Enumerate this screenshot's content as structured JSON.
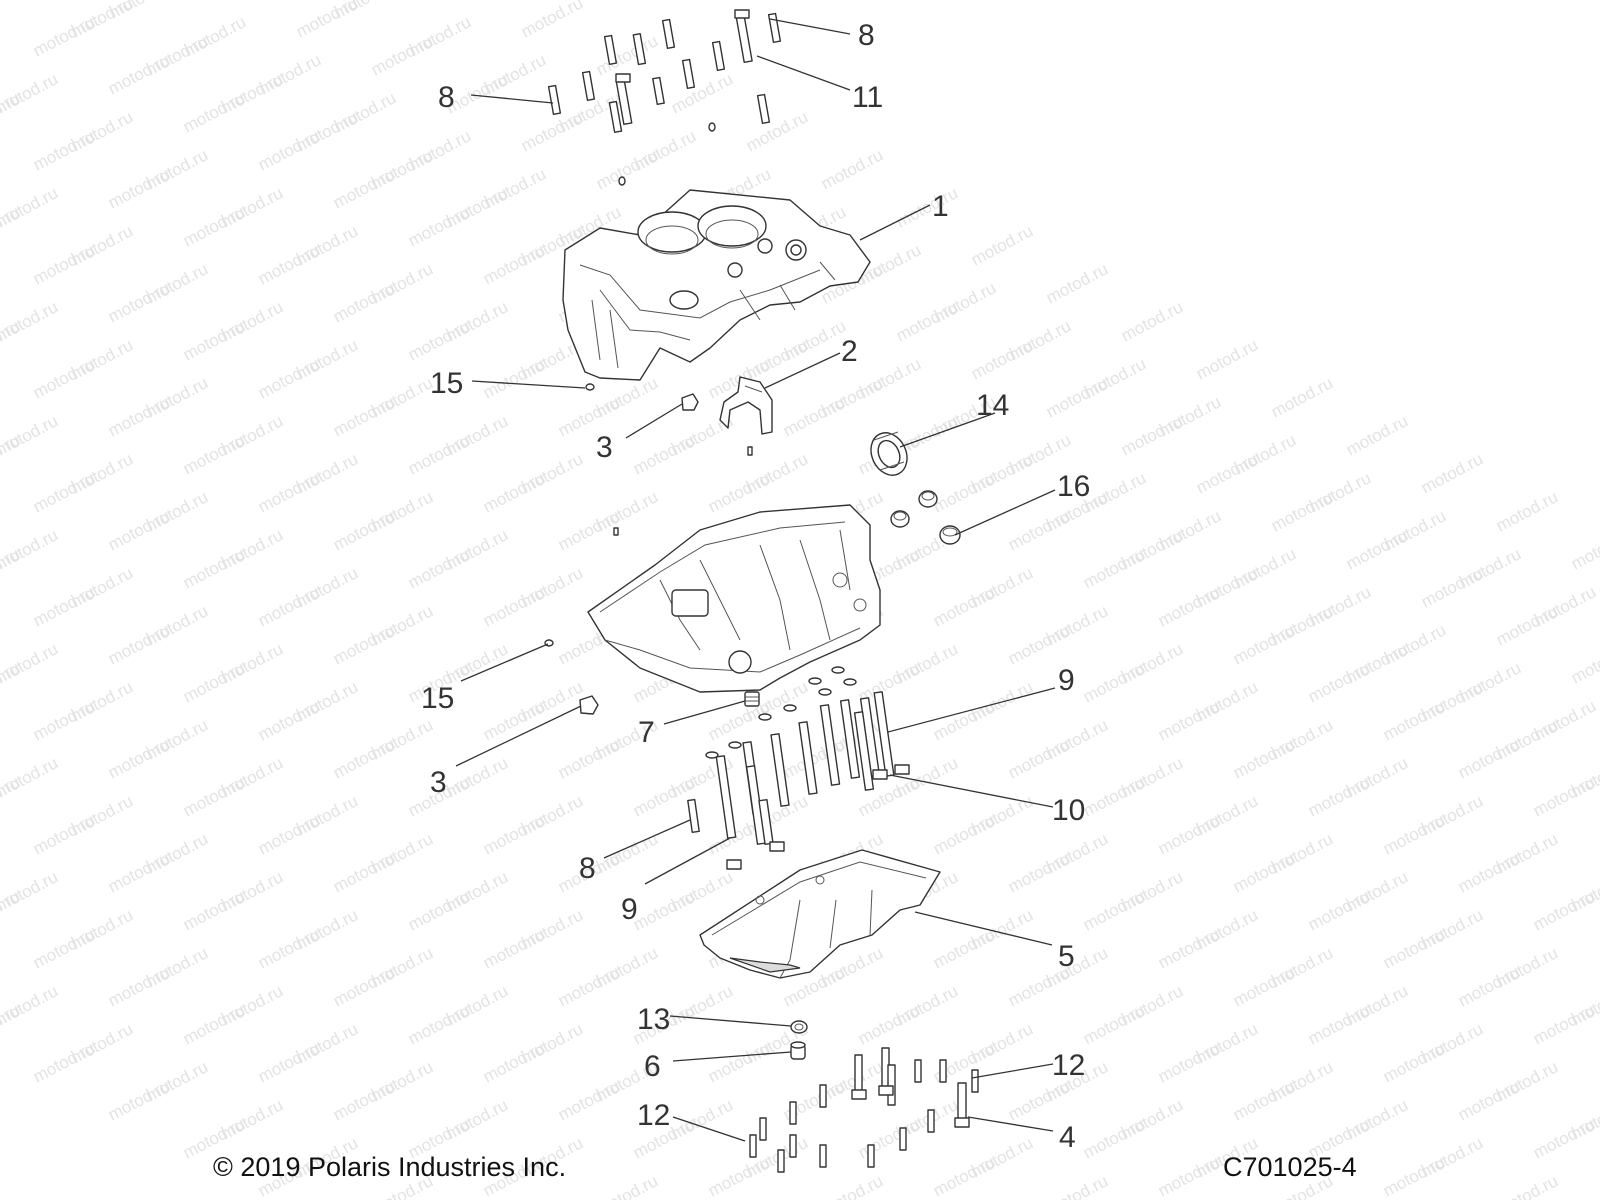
{
  "watermark": "motod.ru",
  "footer": {
    "copyright": "© 2019 Polaris Industries Inc.",
    "diagram_code": "C701025-4"
  },
  "callouts": [
    {
      "id": "c8a",
      "label": "8"
    },
    {
      "id": "c11",
      "label": "11"
    },
    {
      "id": "c8b",
      "label": "8"
    },
    {
      "id": "c1",
      "label": "1"
    },
    {
      "id": "c2",
      "label": "2"
    },
    {
      "id": "c15a",
      "label": "15"
    },
    {
      "id": "c3a",
      "label": "3"
    },
    {
      "id": "c14",
      "label": "14"
    },
    {
      "id": "c16",
      "label": "16"
    },
    {
      "id": "c15b",
      "label": "15"
    },
    {
      "id": "c9a",
      "label": "9"
    },
    {
      "id": "c7",
      "label": "7"
    },
    {
      "id": "c3b",
      "label": "3"
    },
    {
      "id": "c10",
      "label": "10"
    },
    {
      "id": "c8c",
      "label": "8"
    },
    {
      "id": "c9b",
      "label": "9"
    },
    {
      "id": "c5",
      "label": "5"
    },
    {
      "id": "c13",
      "label": "13"
    },
    {
      "id": "c6",
      "label": "6"
    },
    {
      "id": "c12a",
      "label": "12"
    },
    {
      "id": "c12b",
      "label": "12"
    },
    {
      "id": "c4",
      "label": "4"
    }
  ],
  "colors": {
    "line": "#333333",
    "watermark": "#e3e3e3",
    "background": "#ffffff"
  }
}
